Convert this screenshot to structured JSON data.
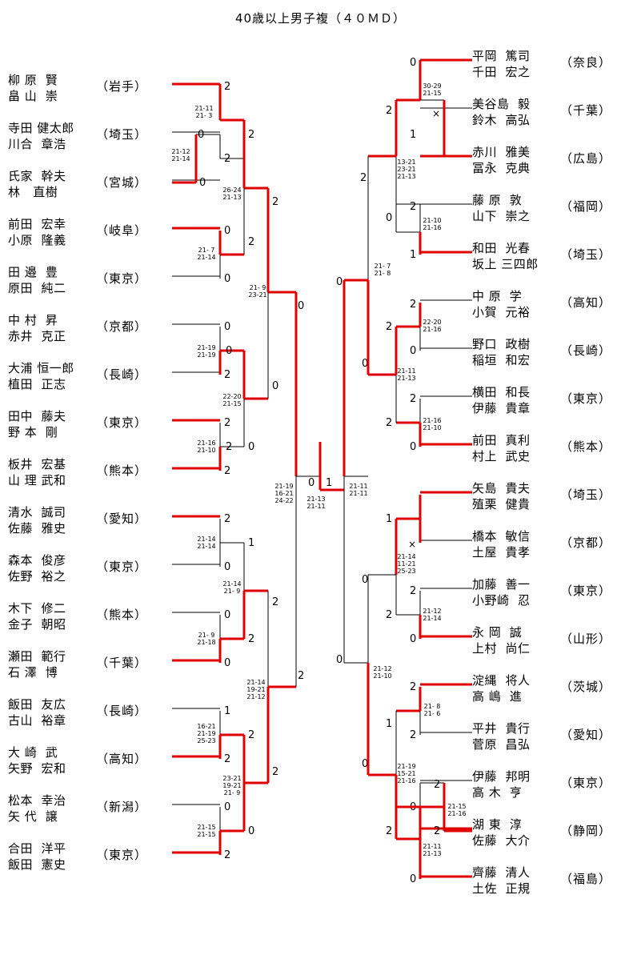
{
  "title": "40歳以上男子複（４０ＭＤ）",
  "colors": {
    "winner_line": "#e00000",
    "line": "#000000"
  },
  "left_teams": [
    {
      "p1": "柳 原  賢",
      "p2": "畠 山  崇",
      "pref": "（岩手）"
    },
    {
      "p1": "寺田 健太郎",
      "p2": "川合  章浩",
      "pref": "（埼玉）"
    },
    {
      "p1": "氏家  幹夫",
      "p2": "林   直樹",
      "pref": "（宮城）"
    },
    {
      "p1": "前田  宏幸",
      "p2": "小原  隆義",
      "pref": "（岐阜）"
    },
    {
      "p1": "田 邉  豊",
      "p2": "原田  純二",
      "pref": "（東京）"
    },
    {
      "p1": "中 村  昇",
      "p2": "赤井  克正",
      "pref": "（京都）"
    },
    {
      "p1": "大浦 恒一郎",
      "p2": "植田  正志",
      "pref": "（長崎）"
    },
    {
      "p1": "田中  藤夫",
      "p2": "野 本  剛",
      "pref": "（東京）"
    },
    {
      "p1": "板井  宏基",
      "p2": "山 理 武和",
      "pref": "（熊本）"
    },
    {
      "p1": "清水  誠司",
      "p2": "佐藤  雅史",
      "pref": "（愛知）"
    },
    {
      "p1": "森本  俊彦",
      "p2": "佐野  裕之",
      "pref": "（東京）"
    },
    {
      "p1": "木下  修二",
      "p2": "金子  朝昭",
      "pref": "（熊本）"
    },
    {
      "p1": "瀬田  範行",
      "p2": "石 澤  博",
      "pref": "（千葉）"
    },
    {
      "p1": "飯田  友広",
      "p2": "古山  裕章",
      "pref": "（長崎）"
    },
    {
      "p1": "大 崎  武",
      "p2": "矢野  宏和",
      "pref": "（高知）"
    },
    {
      "p1": "松本  幸治",
      "p2": "矢 代  譲",
      "pref": "（新潟）"
    },
    {
      "p1": "合田  洋平",
      "p2": "飯田  憲史",
      "pref": "（東京）"
    }
  ],
  "right_teams": [
    {
      "p1": "平岡  篤司",
      "p2": "千田  宏之",
      "pref": "（奈良）"
    },
    {
      "p1": "美谷島  毅",
      "p2": "鈴木  高弘",
      "pref": "（千葉）"
    },
    {
      "p1": "赤川  雅美",
      "p2": "冨永  克典",
      "pref": "（広島）"
    },
    {
      "p1": "藤 原  敦",
      "p2": "山下  崇之",
      "pref": "（福岡）"
    },
    {
      "p1": "和田  光春",
      "p2": "坂上 三四郎",
      "pref": "（埼玉）"
    },
    {
      "p1": "中 原  学",
      "p2": "小賀  元裕",
      "pref": "（高知）"
    },
    {
      "p1": "野口  政樹",
      "p2": "稲垣  和宏",
      "pref": "（長崎）"
    },
    {
      "p1": "横田  和長",
      "p2": "伊藤  貴章",
      "pref": "（東京）"
    },
    {
      "p1": "前田  真利",
      "p2": "村上  武史",
      "pref": "（熊本）"
    },
    {
      "p1": "矢島  貴夫",
      "p2": "殖栗  健貴",
      "pref": "（埼玉）"
    },
    {
      "p1": "橋本  敏信",
      "p2": "土屋  貴孝",
      "pref": "（京都）"
    },
    {
      "p1": "加藤  善一",
      "p2": "小野崎  忍",
      "pref": "（東京）"
    },
    {
      "p1": "永 岡  誠",
      "p2": "上村  尚仁",
      "pref": "（山形）"
    },
    {
      "p1": "淀縄  将人",
      "p2": "高 嶋  進",
      "pref": "（茨城）"
    },
    {
      "p1": "平井  貴行",
      "p2": "菅原  昌弘",
      "pref": "（愛知）"
    },
    {
      "p1": "伊藤  邦明",
      "p2": "高 木  亨",
      "pref": "（東京）"
    },
    {
      "p1": "湖 東  淳",
      "p2": "佐藤  大介",
      "pref": "（静岡）"
    },
    {
      "p1": "齊藤  清人",
      "p2": "土佐  正規",
      "pref": "（福島）"
    }
  ],
  "game_scores": [
    "21-11\n21- 3",
    "21-12\n21-14",
    "21- 7\n21-14",
    "26-24\n21-13",
    "21-19\n21-19",
    "22-20\n21-15",
    "21-16\n21-10",
    "21- 9\n23-21",
    "21-14\n21-14",
    "21-14\n21- 9",
    "21- 9\n21-18",
    "16-21\n21-19\n25-23",
    "21-15\n21-15",
    "23-21\n19-21\n21- 9",
    "21-14\n19-21\n21-12",
    "21-19\n16-21\n24-22",
    "21-13\n21-11",
    "21-11\n21-11",
    "30-29\n21-15",
    "13-21\n23-21\n21-13",
    "21-10\n21-16",
    "21- 7\n21- 8",
    "22-20\n21-16",
    "21-11\n21-13",
    "21-16\n21-10",
    "21-14\n11-21\n25-23",
    "21-12\n21-14",
    "21-12\n21-10",
    "21- 8\n21- 6",
    "21-19\n15-21\n21-16",
    "21-15\n21-16",
    "21-11\n21-13"
  ],
  "set_counts": [
    "2",
    "0",
    "0",
    "2",
    "2",
    "0",
    "0",
    "2",
    "2",
    "0",
    "0",
    "2",
    "0",
    "2",
    "2",
    "2",
    "0",
    "0",
    "2",
    "1",
    "0",
    "0",
    "2",
    "0",
    "2",
    "1",
    "2",
    "2",
    "0",
    "0",
    "2",
    "2",
    "2",
    "0",
    "1",
    "0",
    "1",
    "2",
    "0",
    "2",
    "1",
    "2",
    "0",
    "2",
    "0",
    "2",
    "0",
    "2",
    "0",
    "2",
    "1",
    "0",
    "2",
    "2",
    "0",
    "0",
    "2",
    "2",
    "1",
    "0",
    "2",
    "0",
    "2",
    "2",
    "0",
    "1",
    "2",
    "2",
    "0",
    "0",
    "2",
    "0",
    "2",
    "2",
    "0",
    "1",
    "2",
    "2",
    "0",
    "2",
    "0",
    "0",
    "2"
  ],
  "x_marks": [
    "×",
    "×"
  ]
}
